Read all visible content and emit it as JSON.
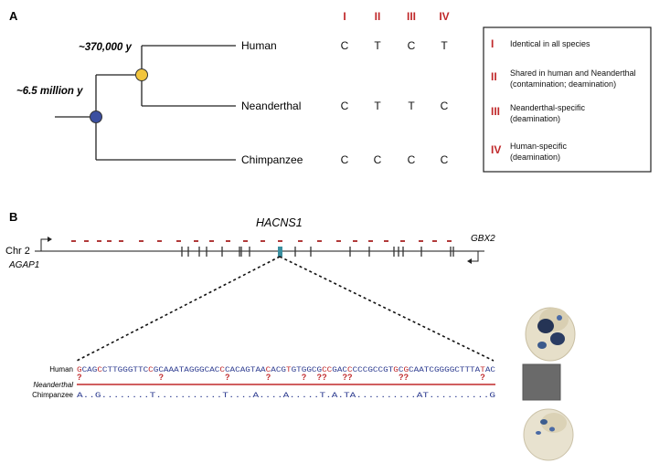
{
  "panel_a": {
    "label": "A",
    "nodes": {
      "human_neanderthal_split": "~370,000 y",
      "chimp_split": "~6.5 million y"
    },
    "species": [
      "Human",
      "Neanderthal",
      "Chimpanzee"
    ],
    "columns": [
      "I",
      "II",
      "III",
      "IV"
    ],
    "bases": [
      [
        "C",
        "T",
        "C",
        "T"
      ],
      [
        "C",
        "T",
        "T",
        "C"
      ],
      [
        "C",
        "C",
        "C",
        "C"
      ]
    ],
    "legend": [
      {
        "numeral": "I",
        "lines": [
          "Identical in all species"
        ]
      },
      {
        "numeral": "II",
        "lines": [
          "Shared in human and Neanderthal",
          "(contamination; deamination)"
        ]
      },
      {
        "numeral": "III",
        "lines": [
          "Neanderthal-specific",
          "(deamination)"
        ]
      },
      {
        "numeral": "IV",
        "lines": [
          "Human-specific",
          "(deamination)"
        ]
      }
    ],
    "colors": {
      "numeral": "#c0282a",
      "node_yellow": "#f2c53d",
      "node_blue": "#3b4fa0"
    }
  },
  "panel_b": {
    "label": "B",
    "region_label": "HACNS1",
    "chromosome": "Chr 2",
    "gene_left": "AGAP1",
    "gene_right": "GBX2",
    "alignment": {
      "human_label": "Human",
      "neanderthal_label": "Neanderthal",
      "chimp_label": "Chimpanzee",
      "human_seq": "GCAGCCTTGGGTTCCGCAAATAGGGCACCCACAGTAACACGTGTGGCGCCGACCCCCGCCGTGCGCAATCGGGGCTTTATAC",
      "chimp_seq": "A..G........T...........T....A....A.....T.A.TA..........AT..........G",
      "human_red_positions": [
        0,
        4,
        14,
        28,
        37,
        41,
        48,
        49,
        53,
        62,
        64,
        79
      ],
      "question_mark": "?",
      "question_positions": [
        0,
        16,
        29,
        37,
        44,
        47,
        48,
        52,
        53,
        63,
        64,
        79
      ]
    },
    "colors": {
      "accent_red": "#c0282a",
      "seq_blue": "#2b3a8f",
      "ticks": "#b13a3a",
      "marker": "#3a8fa0"
    }
  }
}
